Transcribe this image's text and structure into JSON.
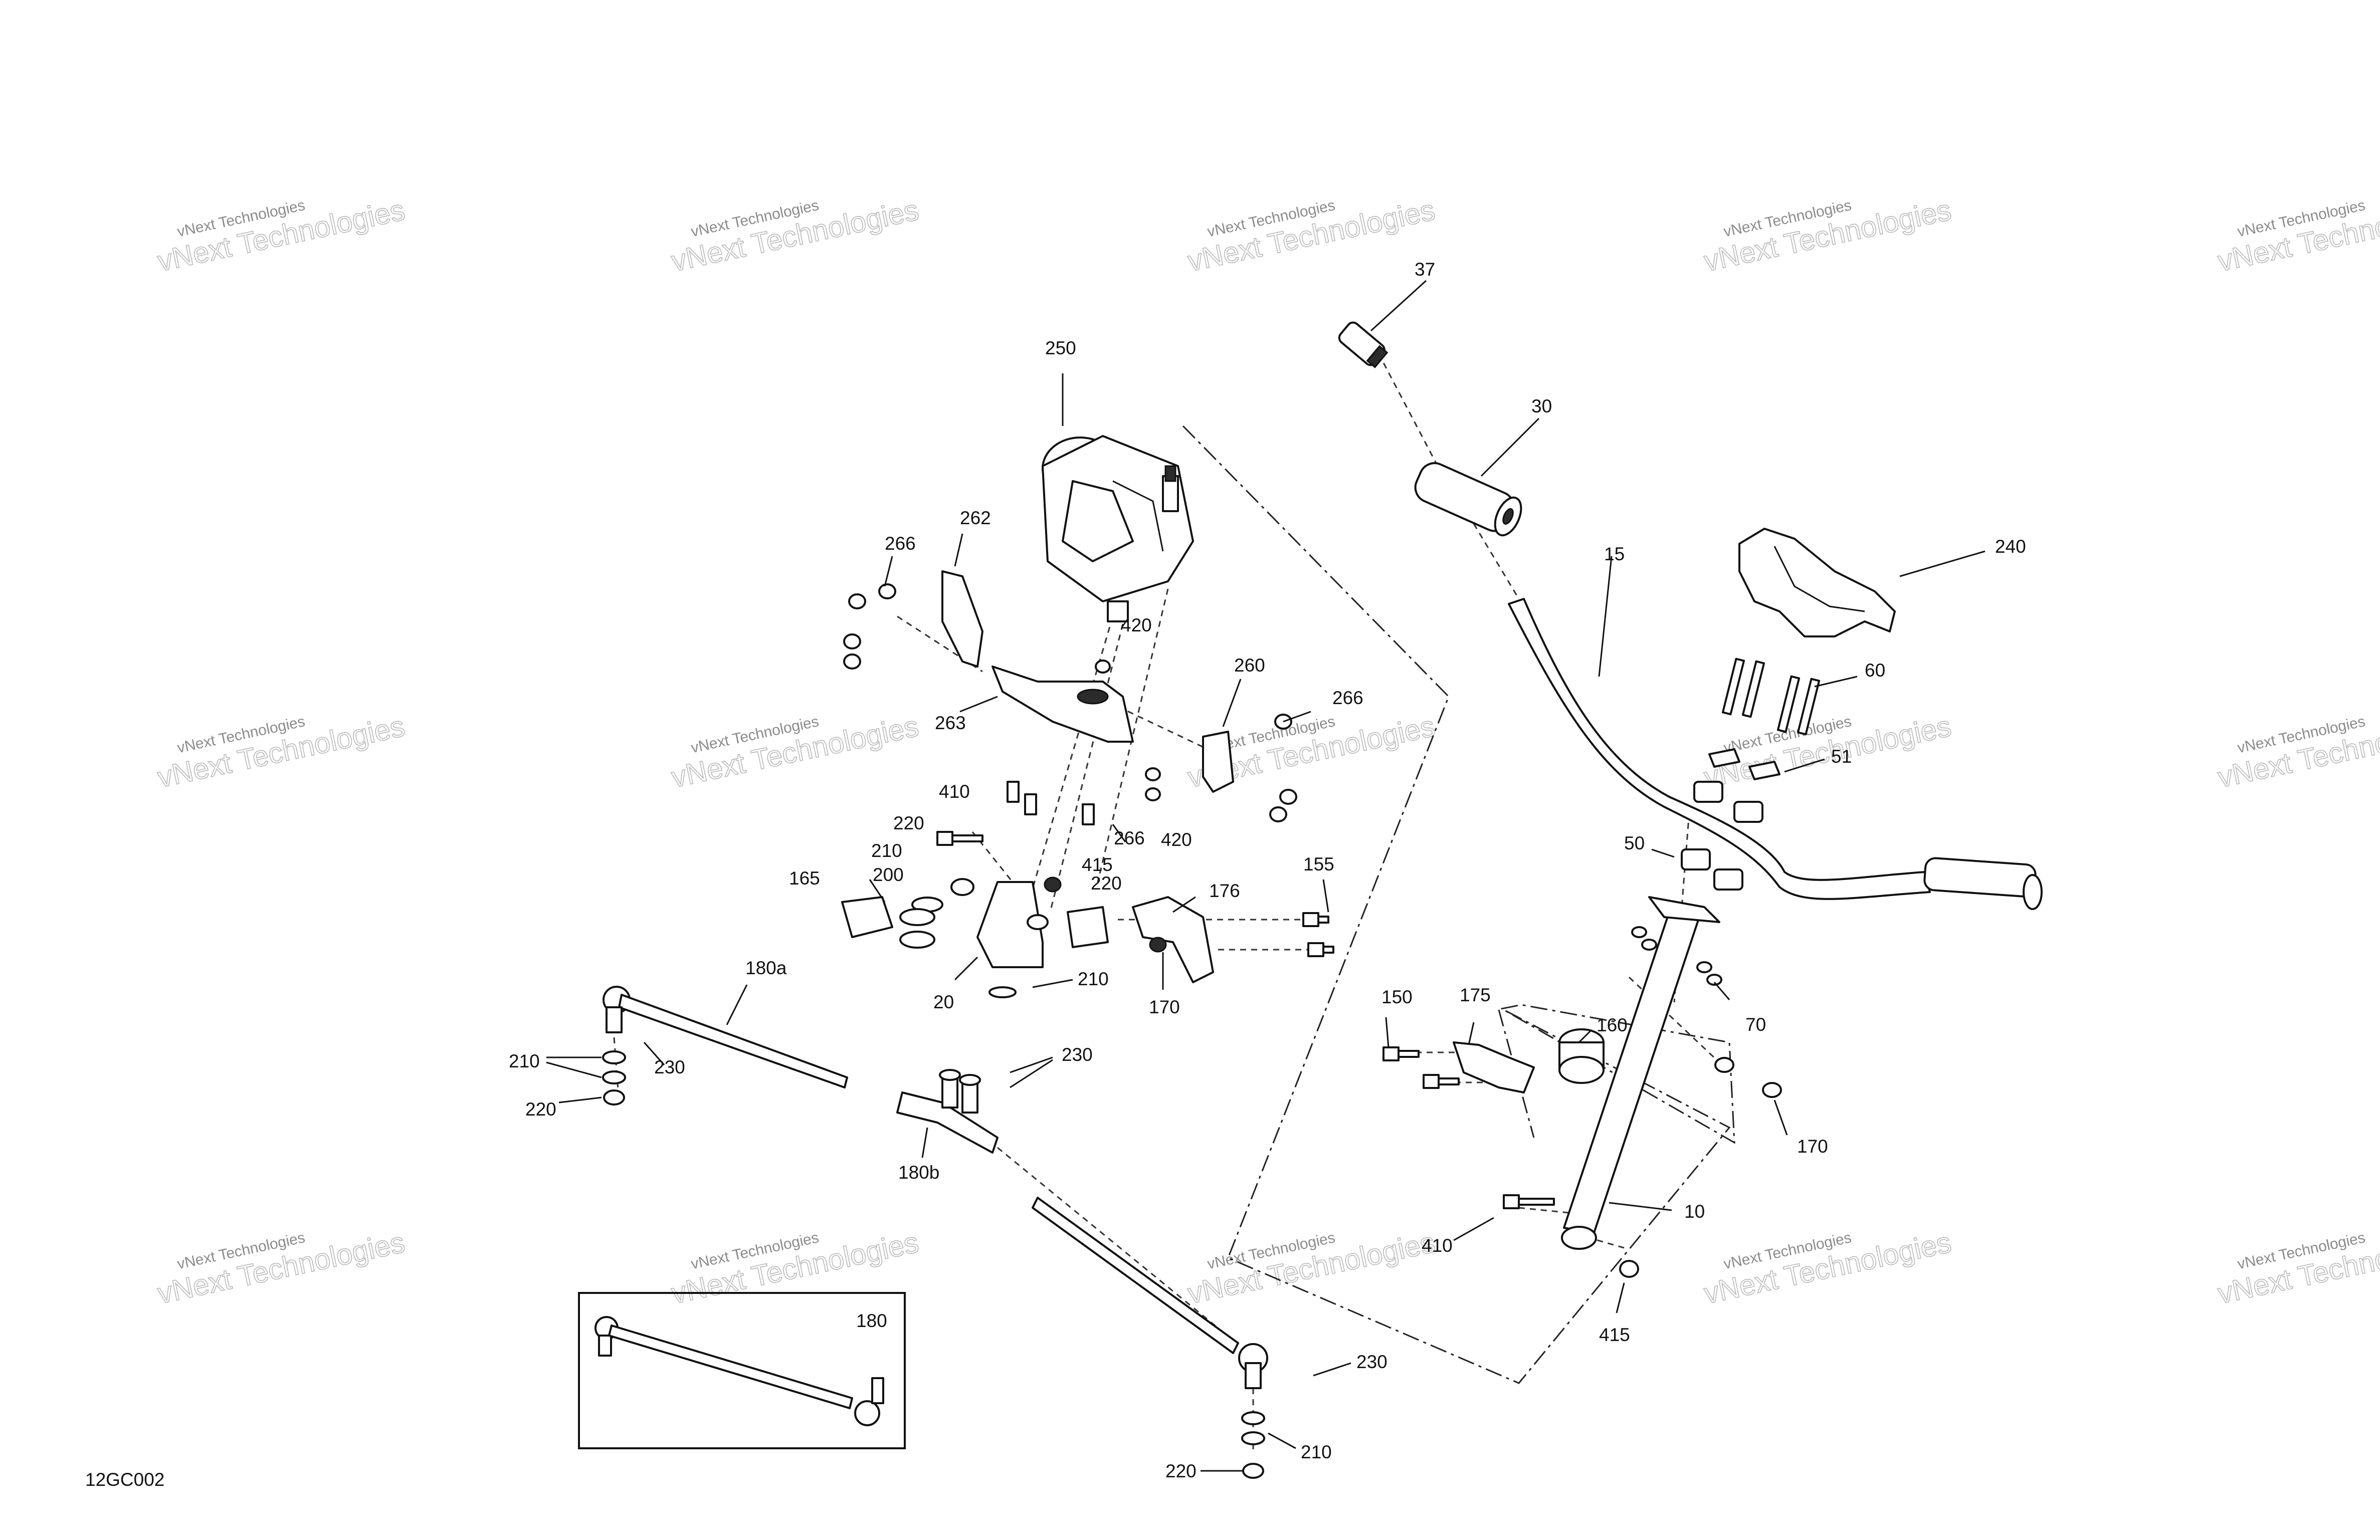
{
  "diagram": {
    "code": "12GC002",
    "watermark_line1": "vNext Technologies",
    "watermark_line2": "vNext Technologies",
    "labels": {
      "l37": "37",
      "l250": "250",
      "l30": "30",
      "l266a": "266",
      "l262": "262",
      "l15": "15",
      "l240": "240",
      "l420a": "420",
      "l260": "260",
      "l266b": "266",
      "l60": "60",
      "l263": "263",
      "l51": "51",
      "l410a": "410",
      "l220a": "220",
      "l266c": "266",
      "l420b": "420",
      "l210a": "210",
      "l415a": "415",
      "l50": "50",
      "l165": "165",
      "l200": "200",
      "l220b": "220",
      "l176": "176",
      "l155": "155",
      "l210b": "210",
      "l20": "20",
      "l170a": "170",
      "l180a": "180a",
      "l150": "150",
      "l175": "175",
      "l160": "160",
      "l70": "70",
      "l210c": "210",
      "l230a": "230",
      "l230b": "230",
      "l220c": "220",
      "l170b": "170",
      "l180b": "180b",
      "l10": "10",
      "l410b": "410",
      "l415b": "415",
      "l180": "180",
      "l230c": "230",
      "l210d": "210",
      "l220d": "220"
    }
  }
}
